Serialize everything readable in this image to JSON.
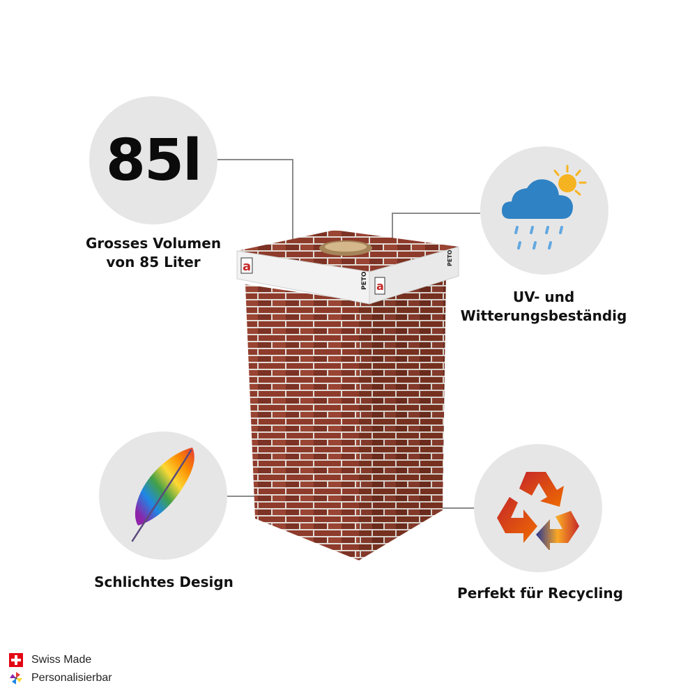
{
  "features": {
    "volume": {
      "number": "85l",
      "caption_line1": "Grosses Volumen",
      "caption_line2": "von 85 Liter",
      "icon": "volume-number"
    },
    "weather": {
      "caption_line1": "UV- und",
      "caption_line2": "Witterungsbeständig",
      "icon": "rain-cloud-sun-icon"
    },
    "feather": {
      "caption": "Schlichtes Design",
      "icon": "rainbow-feather-icon"
    },
    "recycle": {
      "caption": "Perfekt für Recycling",
      "icon": "recycling-arrows-icon"
    }
  },
  "product": {
    "lid_brand": "PETO",
    "lid_logo_letter": "a"
  },
  "footer": {
    "items": [
      {
        "label": "Swiss Made",
        "icon": "swiss-flag-icon"
      },
      {
        "label": "Personalisierbar",
        "icon": "pinwheel-icon"
      }
    ]
  },
  "colors": {
    "circle": "#e6e6e6",
    "text": "#111111",
    "connector": "#8a8a8a",
    "brick": "#8e3b2c",
    "mortar": "#e2dcd6",
    "lid": "#f2f2f2",
    "cloud": "#2f82c4",
    "rain": "#63a8e0",
    "sun": "#f6b321",
    "flag": "#e30613"
  }
}
